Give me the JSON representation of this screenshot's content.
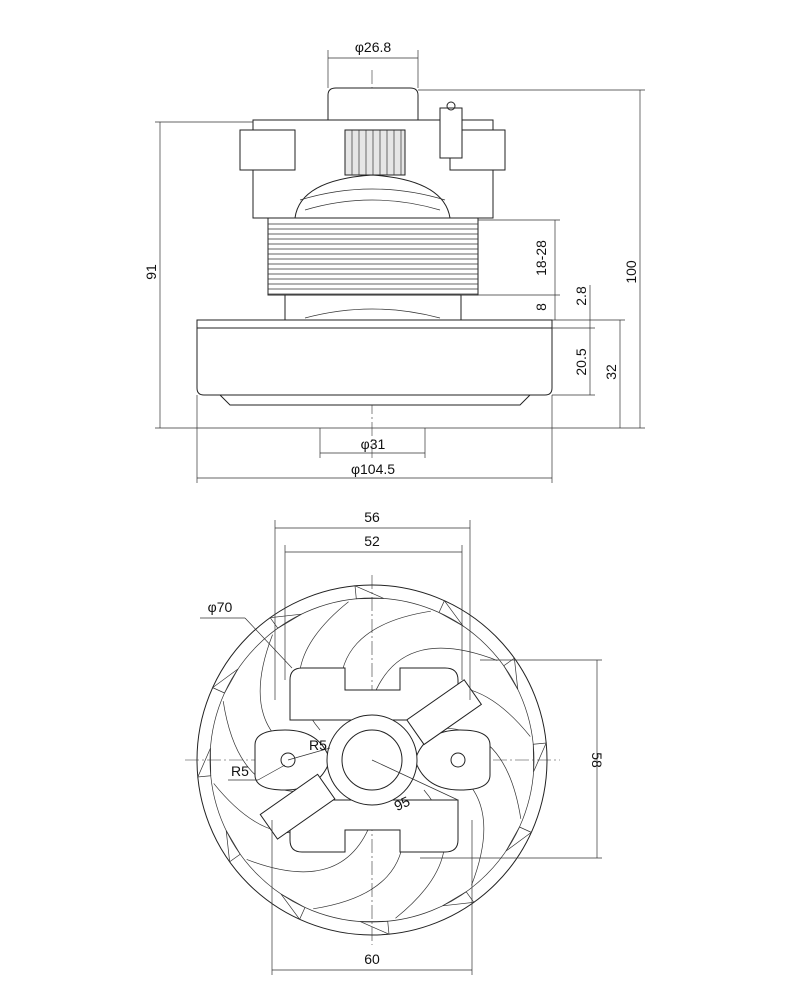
{
  "side_view": {
    "dims": {
      "cap_diameter": "φ26.8",
      "height_91": "91",
      "height_100": "100",
      "stack_height": "18-28",
      "gap_8": "8",
      "plate_2_8": "2.8",
      "fan_20_5": "20.5",
      "fan_32": "32",
      "inlet_diameter": "φ31",
      "fan_diameter": "φ104.5"
    }
  },
  "bottom_view": {
    "dims": {
      "width_56": "56",
      "width_52": "52",
      "circle_70": "φ70",
      "radius_a": "R5",
      "radius_b": "R5",
      "pcd_95": "95",
      "height_58": "58",
      "width_60": "60"
    },
    "blade_count": 12
  }
}
